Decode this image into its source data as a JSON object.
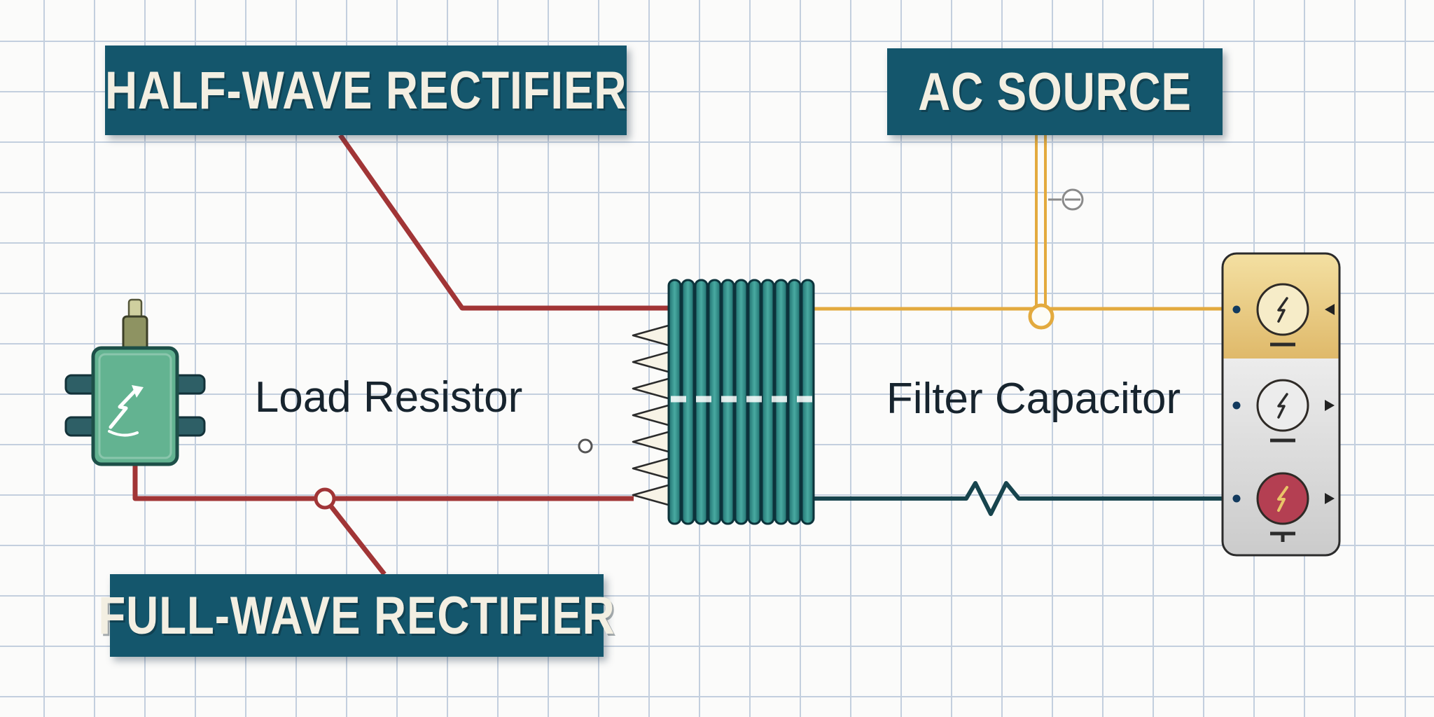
{
  "labels": {
    "half_wave": "HALF-WAVE RECTIFIER",
    "ac_source": "AC SOURCE",
    "full_wave": "FULL-WAVE RECTIFIER",
    "load_resistor": "Load Resistor",
    "filter_capacitor": "Filter Capacitor"
  },
  "icons": {
    "coil": "transformer-coil-icon",
    "rectifier_component": "transistor-component-icon",
    "meters": [
      "lightning-meter-icon",
      "lightning-meter-icon",
      "lightning-meter-icon"
    ],
    "ac_symbol": "circled-dash-source-icon"
  },
  "colors": {
    "label-bg": "#14566c",
    "label-text": "#f3efe2",
    "text-dark": "#17242e",
    "wire-red": "#a13536",
    "wire-gold": "#e3aa3e",
    "wire-teal": "#17444d",
    "coil-teal": "#2f8f88",
    "coil-outline": "#0c333b",
    "component-green": "#63b391",
    "panel-gold": "#ecd08b",
    "panel-gray": "#d9d9d9",
    "dial-red": "#b43f52",
    "dial-gold-glyph": "#e9c568",
    "grid-line": "#c3cfde",
    "paper": "#fbfbfa"
  }
}
